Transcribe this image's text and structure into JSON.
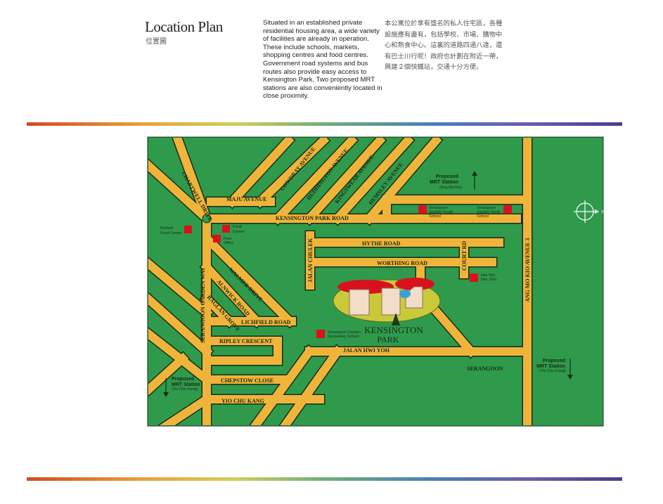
{
  "header": {
    "title": "Location Plan",
    "title_zh": "位置圖",
    "description": "Situated in an established private residential housing area, a wide variety of facilities are already in operation. These include schools, markets, shopping centres and food centres. Government road systems and bus routes also provide easy access to Kensington Park. Two proposed MRT stations are also conveniently located in close proximity.",
    "description_zh": "本公寓位於享有盛名的私人住宅區，各種設施應有盡有，包括學校、市場、購物中心和熟食中心。這裏的道路四通八達，還有巴士川行呢！政府也計劃在附近一帶，興建２個快鐵站，交通十分方便。"
  },
  "colors": {
    "land": "#2f9a4c",
    "road": "#f0b43a",
    "outline": "#14301a",
    "marker": "#d8121c"
  },
  "roads": {
    "chartwell": "CHARTWELL DRIVE",
    "maju": "MAJU AVENUE",
    "cowdray": "COWDRAY AVENUE",
    "huddington": "HUDDINGTON AVENUE",
    "kingswear": "KINGSWEAR AVENUE",
    "hemsley": "HEMSLEY AVENUE",
    "kpr": "KENSINGTON PARK ROAD",
    "hythe": "HYTHE ROAD",
    "worthing": "WORTHING ROAD",
    "chulek": "JALAN CHULEK",
    "court": "COURT RD",
    "amk": "ANG MO KIO AVENUE 3",
    "sgw": "SERANGOON GARDEN WAY",
    "walmer": "WALMER DRIVE",
    "alnwick": "ALNWICK ROAD",
    "raglan": "RAGLAN GROVE",
    "lichfield": "LICHFIELD ROAD",
    "ripley": "RIPLEY CRESCENT",
    "chepstow": "CHEPSTOW CLOSE",
    "yck": "YIO CHU KANG",
    "hwiyoh": "JALAN HWI YOH",
    "serangoon": "SERANGOON"
  },
  "places": {
    "market1": "Market/",
    "market2": "Food Centre",
    "food1": "Food",
    "food2": "Centre",
    "post1": "Post",
    "post2": "Office",
    "sgs1": "Serangoon",
    "sgs2": "Garden South",
    "sgs3": "School",
    "sgn1": "Serangoon",
    "sgn2": "Garden North",
    "sgn3": "School",
    "hy1": "Hwi Yoh",
    "hy2": "Sec. Sch.",
    "sgsec1": "Serangoon Garden",
    "sgsec2": "Secondary School"
  },
  "mrt": {
    "label1": "Proposed",
    "label2": "MRT Station",
    "amk": "(Ang Mo Kio)",
    "yck": "(Yio Chu Kang)"
  },
  "development": {
    "name1": "KENSINGTON",
    "name2": "PARK"
  },
  "compass": {
    "north": "N"
  }
}
